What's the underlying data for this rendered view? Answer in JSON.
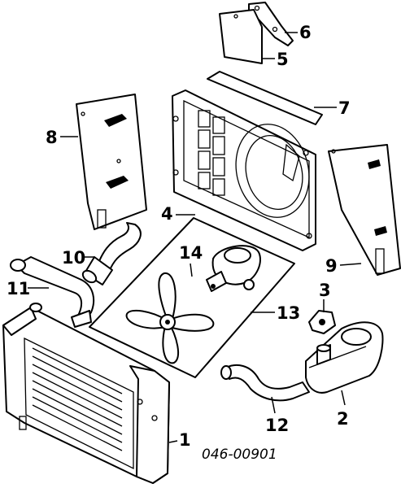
{
  "diagram": {
    "callouts": [
      "1",
      "2",
      "3",
      "4",
      "5",
      "6",
      "7",
      "8",
      "9",
      "10",
      "11",
      "12",
      "13",
      "14"
    ],
    "drawing_code": "046-00901"
  }
}
